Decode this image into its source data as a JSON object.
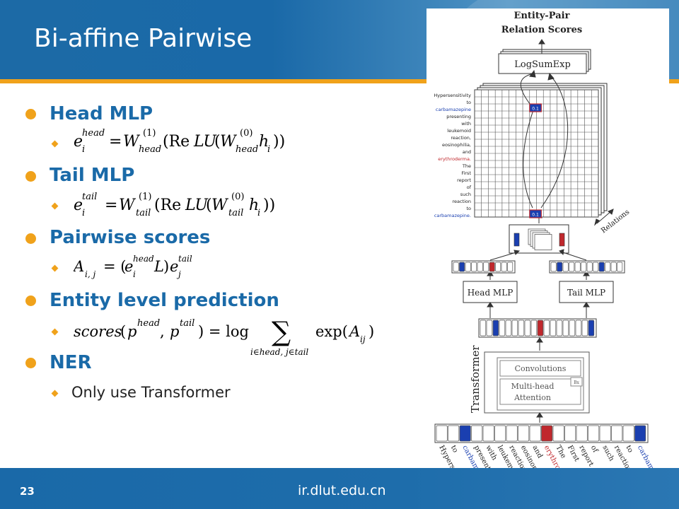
{
  "slide": {
    "title": "Bi-affine Pairwise",
    "page_number": "23",
    "site": "ir.dlut.edu.cn"
  },
  "bullets": [
    {
      "heading": "Head MLP"
    },
    {
      "heading": "Tail MLP"
    },
    {
      "heading": "Pairwise scores"
    },
    {
      "heading": "Entity level prediction"
    },
    {
      "heading": " NER",
      "sub": "Only use Transformer"
    }
  ],
  "diagram": {
    "top_label_line1": "Entity-Pair",
    "top_label_line2": "Relation Scores",
    "logsumexp": "LogSumExp",
    "relations": "Relations",
    "head_mlp": "Head MLP",
    "tail_mlp": "Tail MLP",
    "transformer": "Transformer",
    "convolutions": "Convolutions",
    "multihead_line1": "Multi-head",
    "multihead_line2": "Attention",
    "bx": "Bx",
    "cell_score": "0.1",
    "grid_rows": [
      "Hypersensitivity",
      "to",
      "carbamazepine",
      "presenting",
      "with",
      "leukemoid",
      "reaction,",
      "eosinophilia,",
      "and",
      "erythroderma.",
      "The",
      "First",
      "report",
      "of",
      "such",
      "reaction",
      "to",
      "carbamazepine."
    ],
    "tokens": [
      "Hypersensitivity",
      "to",
      "carbamazepine",
      "presenting",
      "with",
      "leukemoid",
      "reaction,",
      "eosinophilia,",
      "and",
      "erythroderma.",
      "The",
      "First",
      "report",
      "of",
      "such",
      "reaction",
      "to",
      "carbamazepine"
    ],
    "colors": {
      "entity_blue": "#1a3fb0",
      "entity_red": "#c0282d",
      "text": "#222222"
    }
  }
}
